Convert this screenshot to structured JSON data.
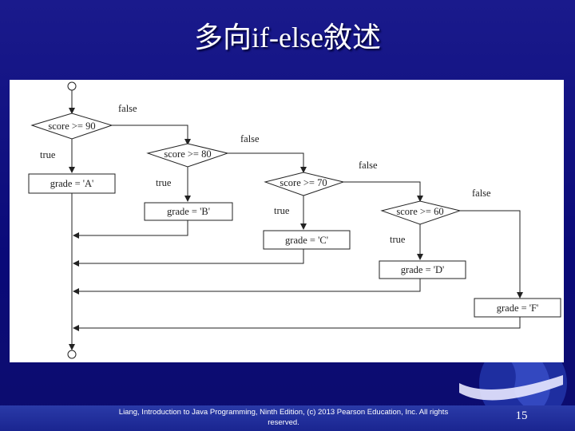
{
  "slide": {
    "title": "多向if-else敘述",
    "footer": "Liang, Introduction to Java Programming, Ninth Edition, (c) 2013 Pearson Education, Inc. All rights reserved.",
    "page_number": "15"
  },
  "diagram": {
    "decisions": [
      {
        "condition": "score >= 90",
        "false_label": "false",
        "true_label": "true"
      },
      {
        "condition": "score >= 80",
        "false_label": "false",
        "true_label": "true"
      },
      {
        "condition": "score >= 70",
        "false_label": "false",
        "true_label": "true"
      },
      {
        "condition": "score >= 60",
        "false_label": "false",
        "true_label": "true"
      }
    ],
    "actions": [
      {
        "text": "grade = 'A'"
      },
      {
        "text": "grade = 'B'"
      },
      {
        "text": "grade = 'C'"
      },
      {
        "text": "grade = 'D'"
      },
      {
        "text": "grade = 'F'"
      }
    ]
  }
}
